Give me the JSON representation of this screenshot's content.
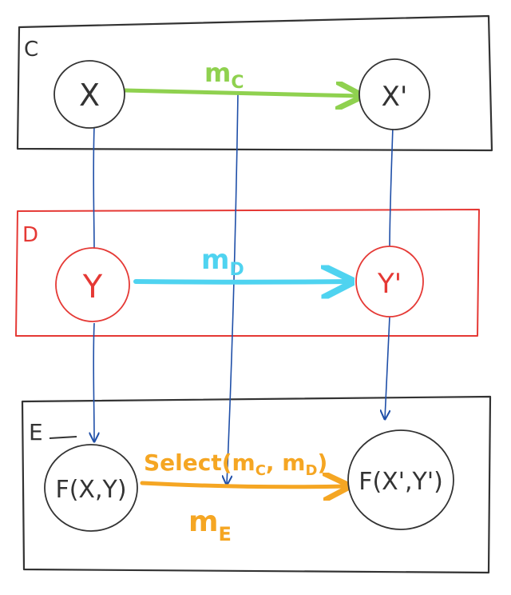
{
  "diagram": {
    "categories": {
      "c": {
        "label": "C",
        "color": "#333333"
      },
      "d": {
        "label": "D",
        "color": "#e53935"
      },
      "e": {
        "label": "E",
        "color": "#333333"
      }
    },
    "nodes": {
      "x": {
        "label": "X"
      },
      "x_prime": {
        "label": "X'"
      },
      "y": {
        "label": "Y"
      },
      "y_prime": {
        "label": "Y'"
      },
      "fxy": {
        "label": "F(X,Y)"
      },
      "fxy_prime": {
        "label": "F(X',Y')"
      }
    },
    "morphisms": {
      "mc": {
        "label": "m",
        "sub": "C",
        "color": "#8fd14f"
      },
      "md": {
        "label": "m",
        "sub": "D",
        "color": "#4fd3f0"
      },
      "me": {
        "label": "m",
        "sub": "E",
        "color": "#f5a623"
      },
      "select": {
        "label": "Select(m",
        "arg1_sub": "C",
        "sep": ", m",
        "arg2_sub": "D",
        "close": ")",
        "color": "#f5a623"
      }
    },
    "functor_arrow_color": "#1f4fa8"
  }
}
